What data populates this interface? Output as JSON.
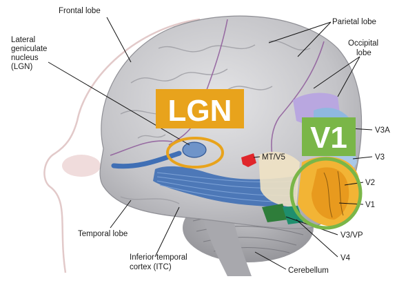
{
  "labels": {
    "frontal_lobe": "Frontal lobe",
    "parietal_lobe": "Parietal lobe",
    "occipital_lobe_1": "Occipital",
    "occipital_lobe_2": "lobe",
    "lgn_full_1": "Lateral",
    "lgn_full_2": "geniculate",
    "lgn_full_3": "nucleus",
    "lgn_full_4": "(LGN)",
    "mt_v5": "MT/V5",
    "v3a": "V3A",
    "v3": "V3",
    "v2": "V2",
    "v1": "V1",
    "v3_vp": "V3/VP",
    "v4": "V4",
    "temporal_lobe": "Temporal lobe",
    "itc_1": "Inferior temporal",
    "itc_2": "cortex (ITC)",
    "cerebellum": "Cerebellum"
  },
  "callouts": {
    "lgn_badge": "LGN",
    "v1_badge": "V1"
  },
  "colors": {
    "lgn_badge": "#e8a31c",
    "v1_badge": "#7ab648",
    "lgn_circle": "#e8a31c",
    "v1_circle": "#7ab648",
    "brain": "#c9c9cb",
    "optic_pathway": "#3f6fb5",
    "v1_area": "#e89a1e",
    "v2_area": "#f2b435",
    "mt_v5_area": "#e0262b",
    "v3a_area": "#8fb8e0",
    "occipital_purple": "#b9a7e0",
    "v4_area": "#1f8f6e",
    "v3vp_area": "#2e7d3a"
  }
}
